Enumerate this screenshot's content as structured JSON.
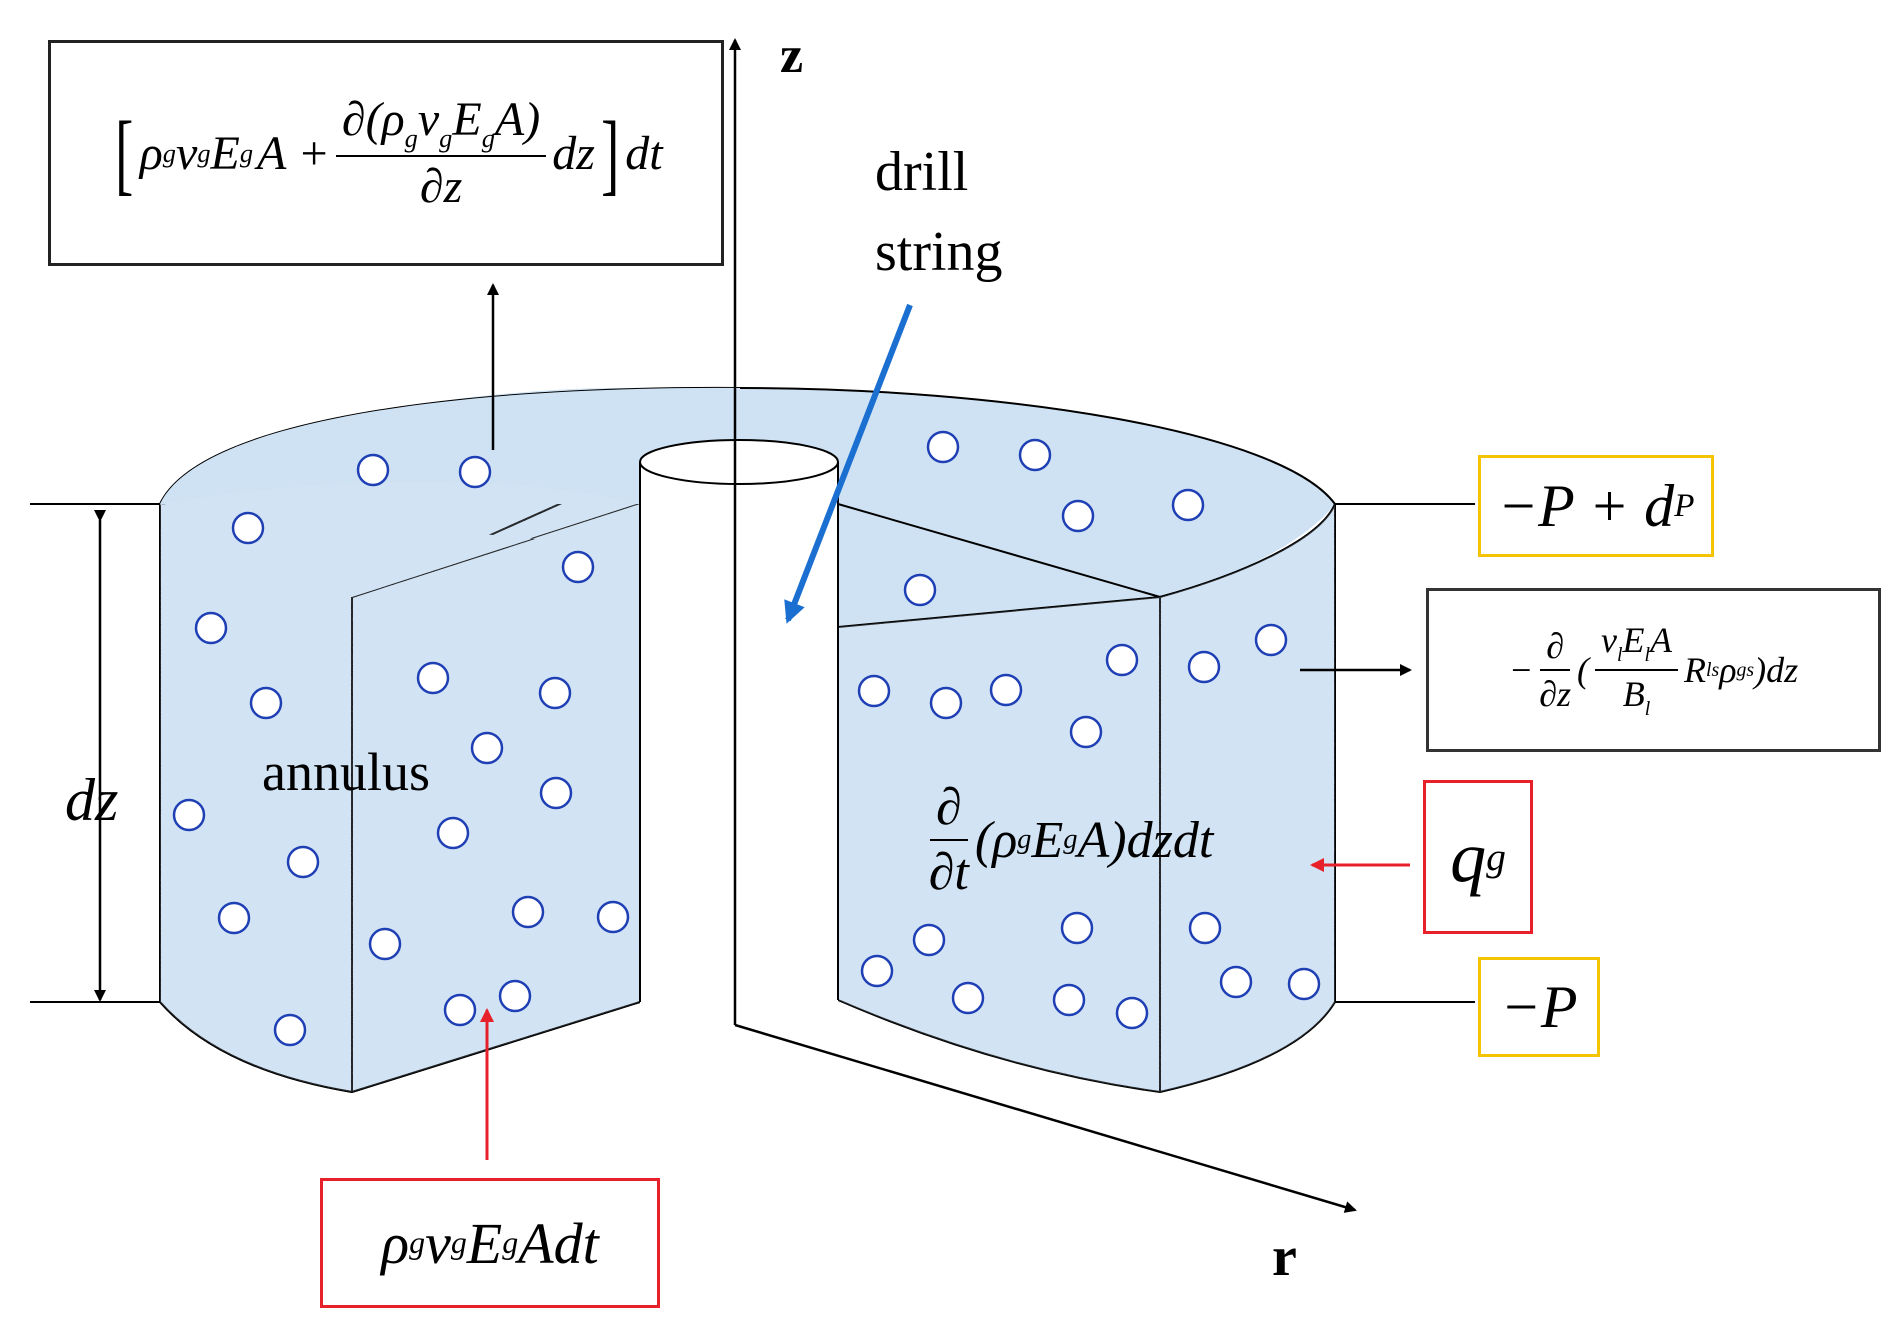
{
  "labels": {
    "z_axis": "z",
    "r_axis": "r",
    "drill_string_line1": "drill",
    "drill_string_line2": "string",
    "annulus": "annulus",
    "dz": "dz"
  },
  "equations": {
    "top_flux": {
      "a": "ρ",
      "a_sub": "g",
      "b": "v",
      "b_sub": "g",
      "c": "E",
      "c_sub": "g",
      "d": "A +",
      "num_open": "∂(",
      "num_rho": "ρ",
      "num_rho_sub": "g",
      "num_v": "v",
      "num_v_sub": "g",
      "num_e": "E",
      "num_e_sub": "g",
      "num_close": "A)",
      "den": "∂z",
      "after": "dz",
      "tail": "dt"
    },
    "bottom_flux": {
      "a": "ρ",
      "a_sub": "g",
      "b": "v",
      "b_sub": "g",
      "c": "E",
      "c_sub": "g",
      "d": "Adt"
    },
    "accumulation": {
      "num": "∂",
      "den": "∂t",
      "body": "(ρ",
      "body_sub": "g",
      "body2": "E",
      "body2_sub": "g",
      "body3": "A)dzdt"
    },
    "mass_transfer": {
      "lead": "−",
      "num": "∂",
      "den": "∂z",
      "open": "(",
      "inner_num": "v",
      "inner_num_sub": "l",
      "inner_num2": "E",
      "inner_num2_sub": "l",
      "inner_num3": "A",
      "inner_den": "B",
      "inner_den_sub": "l",
      "r": "R",
      "r_sub": "ls",
      "rho": "ρ",
      "rho_sub": "gs",
      "close": ")dz"
    },
    "source": {
      "q": "q",
      "q_sub": "g"
    },
    "pressure_top": {
      "text": "−P + d",
      "sub": "P"
    },
    "pressure_bottom": {
      "text": "−P"
    }
  },
  "colors": {
    "fluid": "#cfe2f3",
    "bubble": "#1f3fb5",
    "red_box": "#e8202a",
    "yellow_box": "#f5c400",
    "blue_arrow": "#1a6fd0"
  }
}
